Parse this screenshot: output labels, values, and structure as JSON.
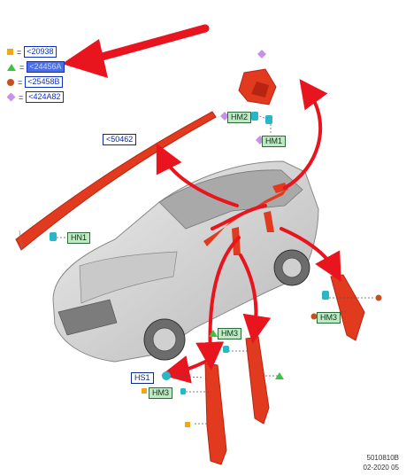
{
  "legend": [
    {
      "symbol": "square-icon",
      "eq": "=",
      "code": "<20938",
      "color": "#f0a818",
      "selected": false
    },
    {
      "symbol": "triangle-icon",
      "eq": "=",
      "code": "<24456A",
      "color": "#3cc43c",
      "selected": true
    },
    {
      "symbol": "circle-icon",
      "eq": "=",
      "code": "<25458B",
      "color": "#c8501e",
      "selected": false
    },
    {
      "symbol": "diamond-icon",
      "eq": "=",
      "code": "<424A82",
      "color": "#c890e8",
      "selected": false
    }
  ],
  "callouts": {
    "part_number": "<50462",
    "hm2": "HM2",
    "hm1": "HM1",
    "hn1": "HN1",
    "hm3_right": "HM3",
    "hm3_center": "HM3",
    "hs1": "HS1",
    "hm3_left": "HM3"
  },
  "footer": {
    "code": "5010810B",
    "date": "02-2020 05"
  },
  "colors": {
    "part_red": "#e23a1e",
    "part_dark": "#b82412",
    "arrow_red": "#e8141e",
    "label_blue": "#0b2a8a",
    "car_gray": "#d6d6d6"
  }
}
